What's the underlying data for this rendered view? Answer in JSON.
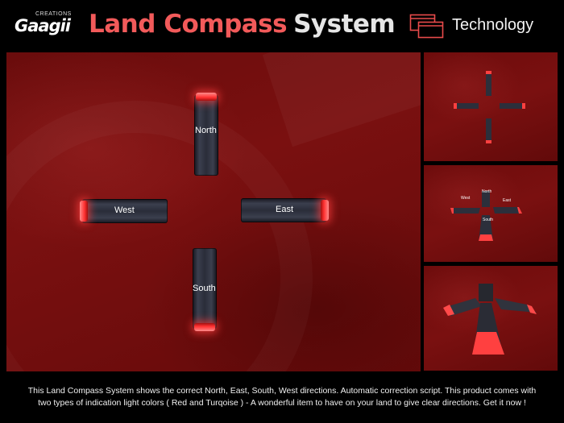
{
  "header": {
    "logo_small": "CREATIONS",
    "logo_main": "Gaagii",
    "title_red": "Land Compass",
    "title_white": "System",
    "category": "Technology",
    "category_icon": "windows-icon"
  },
  "compass": {
    "north": "North",
    "east": "East",
    "south": "South",
    "west": "West",
    "light_color": "#ff3030"
  },
  "thumbnails": [
    {
      "view": "top-view"
    },
    {
      "view": "angled-view",
      "labels": {
        "north": "North",
        "west": "West",
        "east": "East",
        "south": "South"
      }
    },
    {
      "view": "close-up-view"
    }
  ],
  "description": {
    "line1": "This Land Compass System shows the correct North, East, South, West directions. Automatic correction script. This product comes with",
    "line2": "two types of indication light colors ( Red and Turqoise ) - A wonderful item to have on your land to give clear directions. Get it now !"
  },
  "colors": {
    "title_accent": "#f25a5a",
    "background_red": "#7a1010"
  }
}
